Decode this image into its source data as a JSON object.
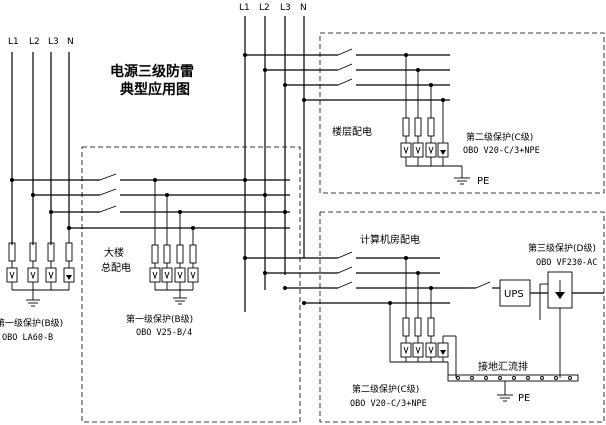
{
  "title": {
    "line1": "电源三级防雷",
    "line2": "典型应用图"
  },
  "left_bus_labels": [
    "L1",
    "L2",
    "L3",
    "N"
  ],
  "top_bus_labels": [
    "L1",
    "L2",
    "L3",
    "N"
  ],
  "labels": {
    "main_board_line1": "大楼",
    "main_board_line2": "总配电",
    "floor_board": "楼层配电",
    "computer_room_board": "计算机房配电",
    "ups": "UPS",
    "ground_bar": "接地汇流排",
    "pe_floor": "PE",
    "pe_bottom": "PE"
  },
  "protection": {
    "level1_name": "第一级保护(B级)",
    "level1_model": "OBO   LA60-B",
    "level1b_name": "第一级保护(B级)",
    "level1b_model": "OBO  V25-B/4",
    "level2_floor_name": "第二级保护(C级)",
    "level2_floor_model": "OBO   V20-C/3+NPE",
    "level2_room_name": "第二级保护(C级)",
    "level2_room_model": "OBO   V20-C/3+NPE",
    "level3_name": "第三级保护(D级)",
    "level3_model": "OBO  VF230-AC"
  },
  "icons": [
    "switch-icon",
    "surge-arrester-icon",
    "ground-icon",
    "filter-icon"
  ]
}
